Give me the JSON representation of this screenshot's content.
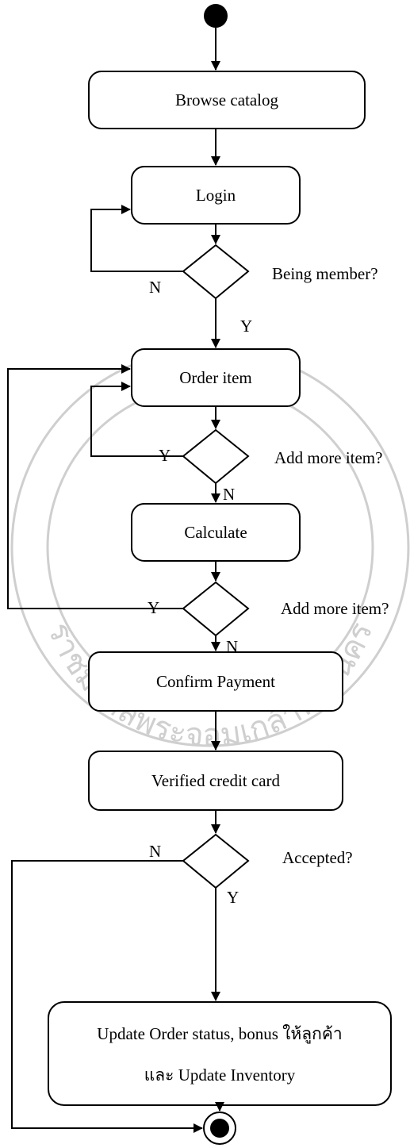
{
  "diagram": {
    "nodes": {
      "browse": "Browse catalog",
      "login": "Login",
      "order": "Order item",
      "calculate": "Calculate",
      "confirm": "Confirm Payment",
      "verify": "Verified credit card",
      "update_line1": "Update Order status, bonus ให้ลูกค้า",
      "update_line2": "และ Update Inventory"
    },
    "decisions": {
      "member": "Being member?",
      "add_more_1": "Add more item?",
      "add_more_2": "Add more item?",
      "accepted": "Accepted?"
    },
    "branch_labels": {
      "member_no": "N",
      "member_yes": "Y",
      "add1_yes": "Y",
      "add1_no": "N",
      "add2_yes": "Y",
      "add2_no": "N",
      "accepted_no": "N",
      "accepted_yes": "Y"
    },
    "watermark": {
      "seal_text": "ราชมงคลพระจอมเกล้าพระนคร"
    }
  }
}
